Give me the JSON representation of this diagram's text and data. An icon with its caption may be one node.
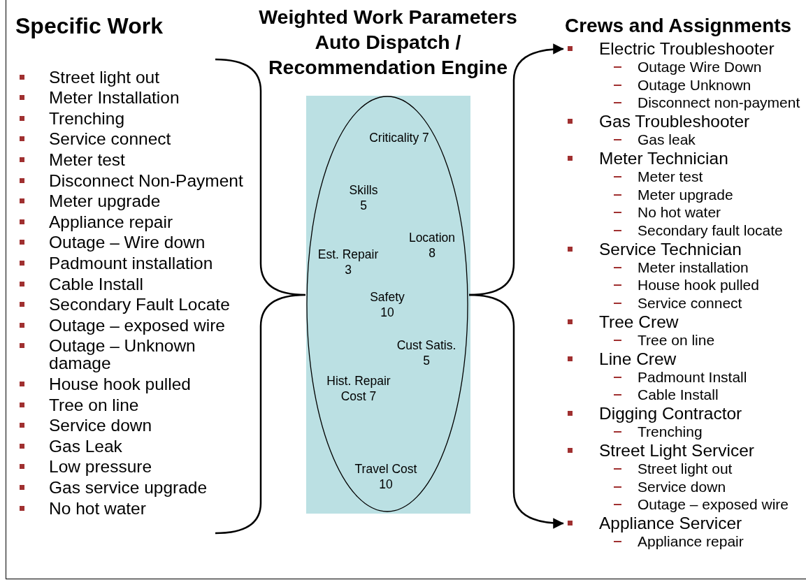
{
  "diagram": {
    "nodes": [
      {
        "text": [
          "Specific Work",
          "Street light out",
          "Meter Installation",
          "Trenching",
          "Service connect",
          "Meter test",
          "Disconnect Non-Payment",
          "Meter upgrade",
          "Appliance repair",
          "Outage – Wire down",
          "Padmount installation",
          "Cable Install",
          "Secondary Fault Locate",
          "Outage – exposed wire",
          "Outage – Unknown damage",
          "House hook pulled",
          "Tree on line",
          "Service down",
          "Gas Leak",
          "Low pressure",
          "Gas service upgrade",
          "No hot water"
        ]
      },
      {
        "text": [
          "Weighted Work Parameters Auto Dispatch / Recommendation Engine",
          "Criticality 7",
          "Skills 5",
          "Location 8",
          "Est. Repair 3",
          "Safety 10",
          "Cust Satis. 5",
          "Hist. Repair Cost 7",
          "Travel Cost 10"
        ]
      },
      {
        "text": [
          "Crews and Assignments"
        ]
      },
      {
        "text": [
          "Electric Troubleshooter",
          "Outage Wire Down",
          "Outage Unknown",
          "Disconnect non-payment"
        ],
        "in": 2
      },
      {
        "text": [
          "Gas Troubleshooter",
          "Gas leak"
        ],
        "in": 2
      },
      {
        "text": [
          "Meter Technician",
          "Meter test",
          "Meter upgrade",
          "No hot water",
          "Secondary fault locate"
        ],
        "in": 2
      },
      {
        "text": [
          "Service Technician",
          "Meter installation",
          "House hook pulled",
          "Service connect"
        ],
        "in": 2
      },
      {
        "text": [
          "Tree Crew",
          "Tree on line"
        ],
        "in": 2
      },
      {
        "text": [
          "Line Crew",
          "Padmount Install",
          "Cable Install"
        ],
        "in": 2
      },
      {
        "text": [
          "Digging Contractor",
          "Trenching"
        ],
        "in": 2
      },
      {
        "text": [
          "Street Light Servicer",
          "Street light out",
          "Service down",
          "Outage – exposed wire"
        ],
        "in": 2
      },
      {
        "text": [
          "Appliance Servicer",
          "Appliance repair"
        ],
        "in": 2
      }
    ],
    "edges": [
      {
        "from": 0,
        "to": 1,
        "arrow": "none"
      },
      {
        "from": 1,
        "to": 3,
        "arrow": "to"
      },
      {
        "from": 1,
        "to": 11,
        "arrow": "to"
      }
    ]
  }
}
